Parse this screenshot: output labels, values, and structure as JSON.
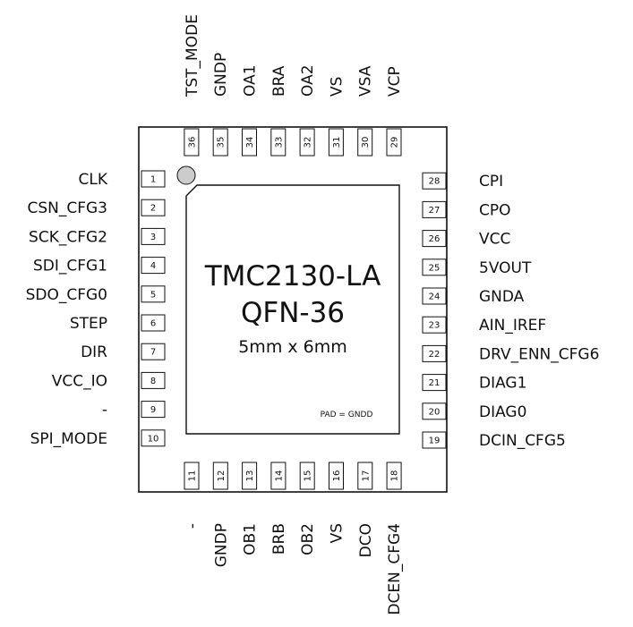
{
  "chip": {
    "part": "TMC2130-LA",
    "package": "QFN-36",
    "dimensions": "5mm x 6mm",
    "pad_note": "PAD = GNDD"
  },
  "pins": {
    "left": [
      {
        "num": "1",
        "name": "CLK"
      },
      {
        "num": "2",
        "name": "CSN_CFG3"
      },
      {
        "num": "3",
        "name": "SCK_CFG2"
      },
      {
        "num": "4",
        "name": "SDI_CFG1"
      },
      {
        "num": "5",
        "name": "SDO_CFG0"
      },
      {
        "num": "6",
        "name": "STEP"
      },
      {
        "num": "7",
        "name": "DIR"
      },
      {
        "num": "8",
        "name": "VCC_IO"
      },
      {
        "num": "9",
        "name": "-"
      },
      {
        "num": "10",
        "name": "SPI_MODE"
      }
    ],
    "bottom": [
      {
        "num": "11",
        "name": "-"
      },
      {
        "num": "12",
        "name": "GNDP"
      },
      {
        "num": "13",
        "name": "OB1"
      },
      {
        "num": "14",
        "name": "BRB"
      },
      {
        "num": "15",
        "name": "OB2"
      },
      {
        "num": "16",
        "name": "VS"
      },
      {
        "num": "17",
        "name": "DCO"
      },
      {
        "num": "18",
        "name": "DCEN_CFG4"
      }
    ],
    "right": [
      {
        "num": "19",
        "name": "DCIN_CFG5"
      },
      {
        "num": "20",
        "name": "DIAG0"
      },
      {
        "num": "21",
        "name": "DIAG1"
      },
      {
        "num": "22",
        "name": "DRV_ENN_CFG6"
      },
      {
        "num": "23",
        "name": "AIN_IREF"
      },
      {
        "num": "24",
        "name": "GNDA"
      },
      {
        "num": "25",
        "name": "5VOUT"
      },
      {
        "num": "26",
        "name": "VCC"
      },
      {
        "num": "27",
        "name": "CPO"
      },
      {
        "num": "28",
        "name": "CPI"
      }
    ],
    "top": [
      {
        "num": "29",
        "name": "VCP"
      },
      {
        "num": "30",
        "name": "VSA"
      },
      {
        "num": "31",
        "name": "VS"
      },
      {
        "num": "32",
        "name": "OA2"
      },
      {
        "num": "33",
        "name": "BRA"
      },
      {
        "num": "34",
        "name": "OA1"
      },
      {
        "num": "35",
        "name": "GNDP"
      },
      {
        "num": "36",
        "name": "TST_MODE"
      }
    ]
  },
  "colors": {
    "outline": "#111111",
    "pin1_marker": "#cccccc"
  }
}
